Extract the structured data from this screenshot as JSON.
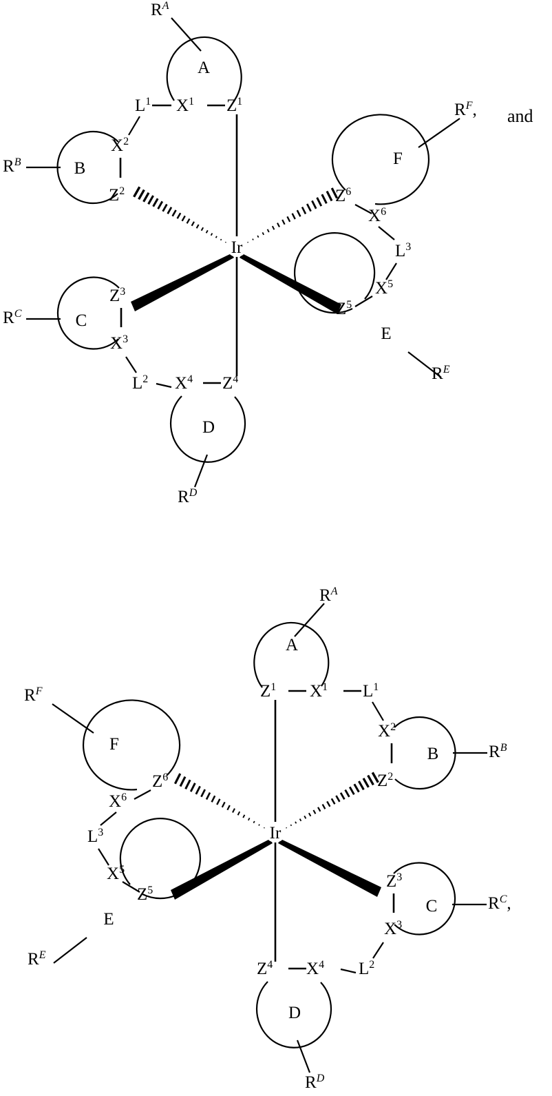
{
  "figure": {
    "type": "chemical-structure-diagram",
    "description": "Two octahedral iridium complex structural formulas, enantiomeric (mirror-image) pairs, each bearing six heterocyclic rings A-F connected through X/Z donor atoms and L linkers.",
    "metal_center": "Ir",
    "trailing_text_1": "and",
    "ring_names": [
      "A",
      "B",
      "C",
      "D",
      "E",
      "F"
    ]
  },
  "structures": [
    {
      "id": "structure-1",
      "metal": "Ir",
      "terminator": ",",
      "conjunction": "and",
      "rings": [
        {
          "name": "A",
          "substituent_base": "R",
          "substituent_sup": "A"
        },
        {
          "name": "B",
          "substituent_base": "R",
          "substituent_sup": "B"
        },
        {
          "name": "C",
          "substituent_base": "R",
          "substituent_sup": "C"
        },
        {
          "name": "D",
          "substituent_base": "R",
          "substituent_sup": "D"
        },
        {
          "name": "E",
          "substituent_base": "R",
          "substituent_sup": "E"
        },
        {
          "name": "F",
          "substituent_base": "R",
          "substituent_sup": "F"
        }
      ],
      "atoms": [
        {
          "base": "L",
          "sup": "1"
        },
        {
          "base": "X",
          "sup": "1"
        },
        {
          "base": "Z",
          "sup": "1"
        },
        {
          "base": "X",
          "sup": "2"
        },
        {
          "base": "Z",
          "sup": "2"
        },
        {
          "base": "Z",
          "sup": "3"
        },
        {
          "base": "X",
          "sup": "3"
        },
        {
          "base": "L",
          "sup": "2"
        },
        {
          "base": "X",
          "sup": "4"
        },
        {
          "base": "Z",
          "sup": "4"
        },
        {
          "base": "Z",
          "sup": "5"
        },
        {
          "base": "X",
          "sup": "5"
        },
        {
          "base": "L",
          "sup": "3"
        },
        {
          "base": "X",
          "sup": "6"
        },
        {
          "base": "Z",
          "sup": "6"
        }
      ],
      "bonds_to_metal": [
        {
          "from": "Z1",
          "style": "plain"
        },
        {
          "from": "Z2",
          "style": "hashed-wedge"
        },
        {
          "from": "Z3",
          "style": "solid-wedge"
        },
        {
          "from": "Z4",
          "style": "plain"
        },
        {
          "from": "Z5",
          "style": "solid-wedge"
        },
        {
          "from": "Z6",
          "style": "hashed-wedge"
        }
      ]
    },
    {
      "id": "structure-2",
      "metal": "Ir",
      "terminator": ",",
      "rings": [
        {
          "name": "A",
          "substituent_base": "R",
          "substituent_sup": "A"
        },
        {
          "name": "B",
          "substituent_base": "R",
          "substituent_sup": "B"
        },
        {
          "name": "C",
          "substituent_base": "R",
          "substituent_sup": "C"
        },
        {
          "name": "D",
          "substituent_base": "R",
          "substituent_sup": "D"
        },
        {
          "name": "E",
          "substituent_base": "R",
          "substituent_sup": "E"
        },
        {
          "name": "F",
          "substituent_base": "R",
          "substituent_sup": "F"
        }
      ],
      "atoms": [
        {
          "base": "L",
          "sup": "1"
        },
        {
          "base": "X",
          "sup": "1"
        },
        {
          "base": "Z",
          "sup": "1"
        },
        {
          "base": "X",
          "sup": "2"
        },
        {
          "base": "Z",
          "sup": "2"
        },
        {
          "base": "Z",
          "sup": "3"
        },
        {
          "base": "X",
          "sup": "3"
        },
        {
          "base": "L",
          "sup": "2"
        },
        {
          "base": "X",
          "sup": "4"
        },
        {
          "base": "Z",
          "sup": "4"
        },
        {
          "base": "Z",
          "sup": "5"
        },
        {
          "base": "X",
          "sup": "5"
        },
        {
          "base": "L",
          "sup": "3"
        },
        {
          "base": "X",
          "sup": "6"
        },
        {
          "base": "Z",
          "sup": "6"
        }
      ],
      "bonds_to_metal": [
        {
          "from": "Z1",
          "style": "plain"
        },
        {
          "from": "Z2",
          "style": "hashed-wedge"
        },
        {
          "from": "Z3",
          "style": "solid-wedge"
        },
        {
          "from": "Z4",
          "style": "plain"
        },
        {
          "from": "Z5",
          "style": "solid-wedge"
        },
        {
          "from": "Z6",
          "style": "hashed-wedge"
        }
      ]
    }
  ],
  "labels": {
    "s1": {
      "RA": "R",
      "RA_sup": "A",
      "RB": "R",
      "RB_sup": "B",
      "RC": "R",
      "RC_sup": "C",
      "RD": "R",
      "RD_sup": "D",
      "RE": "R",
      "RE_sup": "E",
      "RF": "R",
      "RF_sup": "F",
      "RF_comma": ",",
      "and": "and",
      "ringA": "A",
      "ringB": "B",
      "ringC": "C",
      "ringD": "D",
      "ringE": "E",
      "ringF": "F",
      "Ir": "Ir",
      "L1": "L",
      "L1s": "1",
      "L2": "L",
      "L2s": "2",
      "L3": "L",
      "L3s": "3",
      "X1": "X",
      "X1s": "1",
      "X2": "X",
      "X2s": "2",
      "X3": "X",
      "X3s": "3",
      "X4": "X",
      "X4s": "4",
      "X5": "X",
      "X5s": "5",
      "X6": "X",
      "X6s": "6",
      "Z1": "Z",
      "Z1s": "1",
      "Z2": "Z",
      "Z2s": "2",
      "Z3": "Z",
      "Z3s": "3",
      "Z4": "Z",
      "Z4s": "4",
      "Z5": "Z",
      "Z5s": "5",
      "Z6": "Z",
      "Z6s": "6"
    },
    "s2": {
      "RA": "R",
      "RA_sup": "A",
      "RB": "R",
      "RB_sup": "B",
      "RC": "R",
      "RC_sup": "C",
      "RC_comma": ",",
      "RD": "R",
      "RD_sup": "D",
      "RE": "R",
      "RE_sup": "E",
      "RF": "R",
      "RF_sup": "F",
      "ringA": "A",
      "ringB": "B",
      "ringC": "C",
      "ringD": "D",
      "ringE": "E",
      "ringF": "F",
      "Ir": "Ir",
      "L1": "L",
      "L1s": "1",
      "L2": "L",
      "L2s": "2",
      "L3": "L",
      "L3s": "3",
      "X1": "X",
      "X1s": "1",
      "X2": "X",
      "X2s": "2",
      "X3": "X",
      "X3s": "3",
      "X4": "X",
      "X4s": "4",
      "X5": "X",
      "X5s": "5",
      "X6": "X",
      "X6s": "6",
      "Z1": "Z",
      "Z1s": "1",
      "Z2": "Z",
      "Z2s": "2",
      "Z3": "Z",
      "Z3s": "3",
      "Z4": "Z",
      "Z4s": "4",
      "Z5": "Z",
      "Z5s": "5",
      "Z6": "Z",
      "Z6s": "6"
    }
  },
  "colors": {
    "ink": "#000000",
    "background": "#ffffff"
  }
}
